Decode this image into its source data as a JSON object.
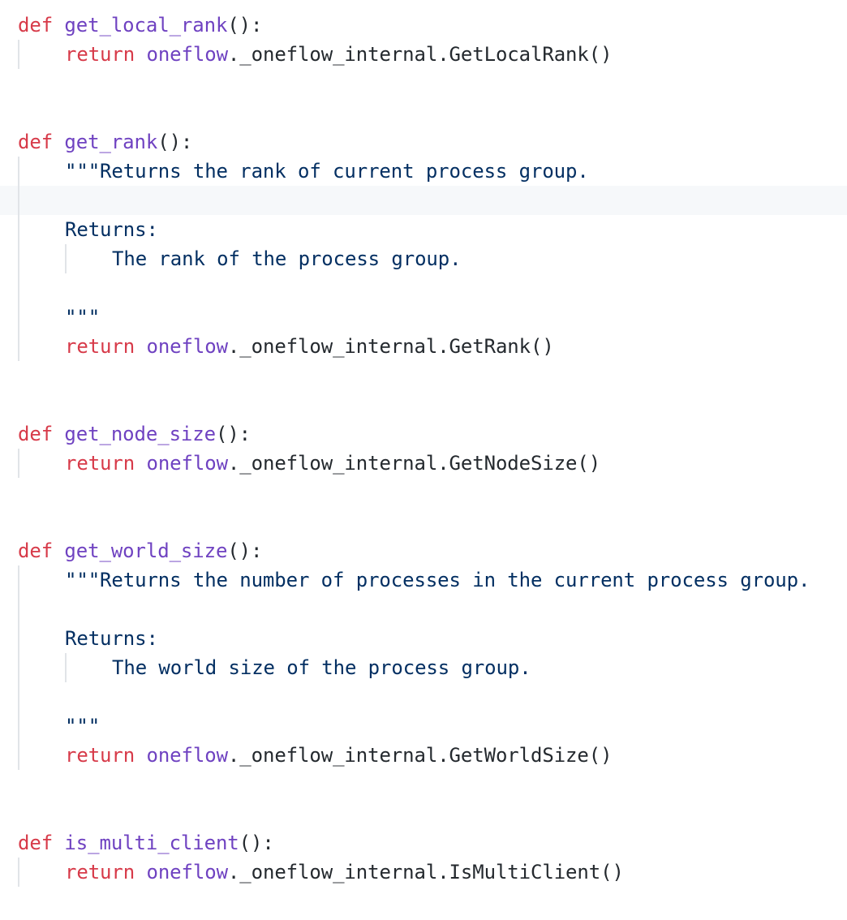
{
  "code": {
    "language": "python",
    "colors": {
      "keyword": "#d73a49",
      "function": "#6f42c1",
      "string": "#032f62",
      "text": "#24292e",
      "highlight_row": "#f6f8fa",
      "indent_guide": "#e1e4e8"
    },
    "blocks": [
      {
        "def_kw": "def",
        "name": "get_local_rank",
        "sig_tail": "():",
        "body": [
          {
            "ret_kw": "return",
            "mod": "oneflow",
            "rest": "._oneflow_internal.GetLocalRank()"
          }
        ]
      },
      {
        "def_kw": "def",
        "name": "get_rank",
        "sig_tail": "():",
        "doc_first": "\"\"\"Returns the rank of current process group.",
        "doc_returns": "Returns:",
        "doc_returns_desc": "The rank of the process group.",
        "doc_close": "\"\"\"",
        "body": [
          {
            "ret_kw": "return",
            "mod": "oneflow",
            "rest": "._oneflow_internal.GetRank()"
          }
        ]
      },
      {
        "def_kw": "def",
        "name": "get_node_size",
        "sig_tail": "():",
        "body": [
          {
            "ret_kw": "return",
            "mod": "oneflow",
            "rest": "._oneflow_internal.GetNodeSize()"
          }
        ]
      },
      {
        "def_kw": "def",
        "name": "get_world_size",
        "sig_tail": "():",
        "doc_first": "\"\"\"Returns the number of processes in the current process group.",
        "doc_returns": "Returns:",
        "doc_returns_desc": "The world size of the process group.",
        "doc_close": "\"\"\"",
        "body": [
          {
            "ret_kw": "return",
            "mod": "oneflow",
            "rest": "._oneflow_internal.GetWorldSize()"
          }
        ]
      },
      {
        "def_kw": "def",
        "name": "is_multi_client",
        "sig_tail": "():",
        "body": [
          {
            "ret_kw": "return",
            "mod": "oneflow",
            "rest": "._oneflow_internal.IsMultiClient()"
          }
        ]
      }
    ]
  }
}
